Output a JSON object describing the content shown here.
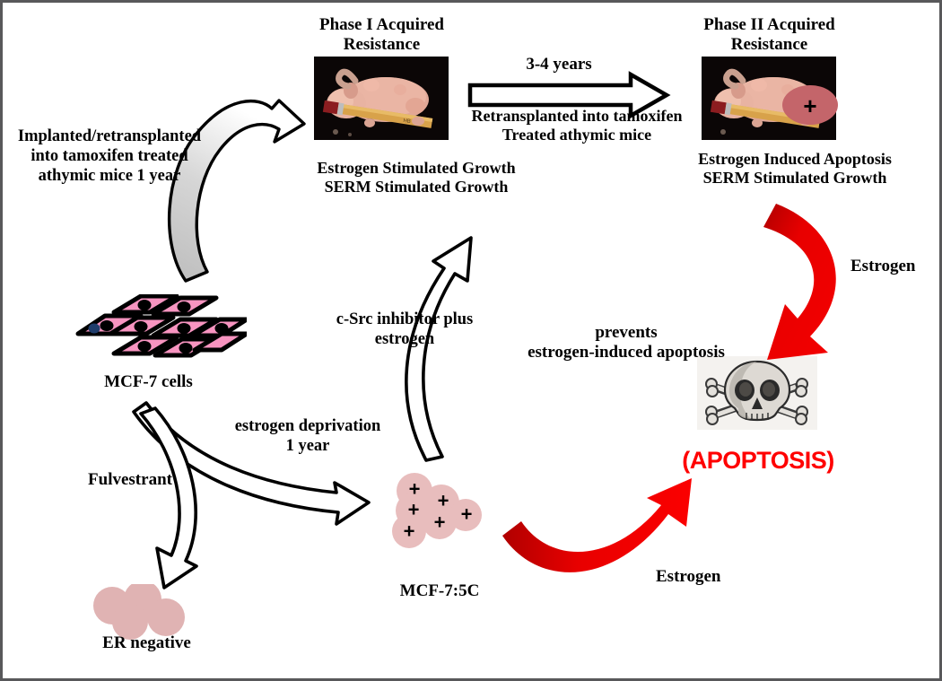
{
  "diagram": {
    "title_phase1": "Phase I Acquired\nResistance",
    "title_phase2": "Phase II Acquired\nResistance",
    "phase1_caption": "Estrogen Stimulated Growth\nSERM Stimulated Growth",
    "phase2_caption": "Estrogen Induced Apoptosis\nSERM Stimulated Growth",
    "duration_top": "3-4 years",
    "retransplant_caption": "Retransplanted into tamoxifen\nTreated athymic mice",
    "implanted_label": "Implanted/retransplanted\ninto tamoxifen treated\nathymic mice 1 year",
    "mcf7_label": "MCF-7 cells",
    "mcf75c_label": "MCF-7:5C",
    "er_negative_label": "ER negative",
    "fulvestrant_label": "Fulvestrant",
    "estrogen_deprivation_label": "estrogen deprivation\n1 year",
    "csrc_label": "c-Src inhibitor plus\nestrogen",
    "prevents_label": "prevents\nestrogen-induced apoptosis",
    "estrogen_right_label": "Estrogen",
    "estrogen_bottom_label": "Estrogen",
    "apoptosis_label": "(APOPTOSIS)",
    "phase2_marker_symbol": "+",
    "mcf75c_marker_symbol": "+"
  },
  "colors": {
    "frame_border": "#58585a",
    "background": "#ffffff",
    "mcf7_cell_fill": "#f794c0",
    "mcf7_cell_stroke": "#000000",
    "er_negative_fill": "#e0b3b3",
    "mcf75c_fill": "#e8bdbd",
    "estrogen_arrow_red": "#e60000",
    "apoptosis_text_red": "#ff0000",
    "arrow_outline": "#000000",
    "arrow_hollow_fill": "#ffffff",
    "gray_arrow_fill": "#c9c9c9",
    "photo_background": "#0a0505",
    "phase2_marker_fill": "#c4656a"
  },
  "chart_data": {
    "type": "diagram",
    "title": "Evolution of acquired antihormone resistance in breast cancer models",
    "nodes": [
      {
        "id": "mcf7",
        "label": "MCF-7 cells",
        "kind": "cell-cluster",
        "shape": "pink-parallelograms"
      },
      {
        "id": "phase1",
        "label": "Phase I Acquired Resistance",
        "kind": "mouse-photo",
        "caption": "Estrogen Stimulated Growth / SERM Stimulated Growth"
      },
      {
        "id": "phase2",
        "label": "Phase II Acquired Resistance",
        "kind": "mouse-photo",
        "caption": "Estrogen Induced Apoptosis / SERM Stimulated Growth"
      },
      {
        "id": "mcf75c",
        "label": "MCF-7:5C",
        "kind": "cell-cluster",
        "shape": "pink-circles-with-plus"
      },
      {
        "id": "ernegative",
        "label": "ER negative",
        "kind": "cell-cluster",
        "shape": "pink-circles"
      },
      {
        "id": "apoptosis",
        "label": "(APOPTOSIS)",
        "kind": "skull-and-crossbones"
      }
    ],
    "edges": [
      {
        "from": "mcf7",
        "to": "phase1",
        "label": "Implanted/retransplanted into tamoxifen treated athymic mice 1 year",
        "style": "hollow-curved-arrow-gray-tail"
      },
      {
        "from": "phase1",
        "to": "phase2",
        "label": "3-4 years / Retransplanted into tamoxifen Treated athymic mice",
        "style": "hollow-block-arrow"
      },
      {
        "from": "phase2",
        "to": "apoptosis",
        "label": "Estrogen",
        "style": "red-curved-arrow"
      },
      {
        "from": "mcf7",
        "to": "mcf75c",
        "label": "estrogen deprivation 1 year",
        "style": "hollow-curved-arrow"
      },
      {
        "from": "mcf7",
        "to": "ernegative",
        "label": "Fulvestrant",
        "style": "hollow-curved-arrow"
      },
      {
        "from": "mcf75c",
        "to": "phase1",
        "label": "c-Src inhibitor plus estrogen",
        "style": "hollow-curved-arrow"
      },
      {
        "from": "mcf75c",
        "to": "apoptosis",
        "label": "Estrogen",
        "style": "red-curved-arrow"
      },
      {
        "from": "csrc",
        "to": "apoptosis",
        "label": "prevents estrogen-induced apoptosis",
        "style": "annotation"
      }
    ]
  }
}
